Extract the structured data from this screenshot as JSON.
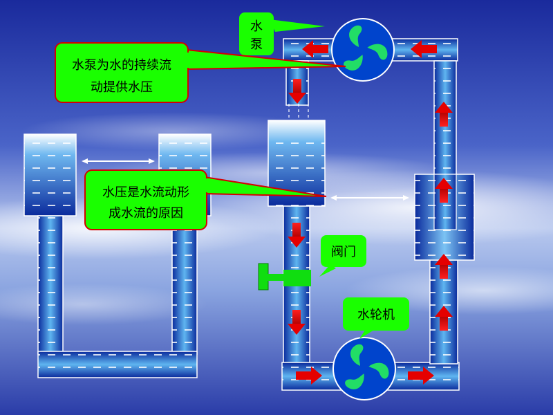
{
  "labels": {
    "pump_line1": "水",
    "pump_line2": "泵",
    "pump_callout_line1": "水泵为水的持续流",
    "pump_callout_line2": "动提供水压",
    "pressure_callout_line1": "水压是水流动形",
    "pressure_callout_line2": "成水流的原因",
    "valve": "阀门",
    "turbine": "水轮机"
  },
  "colors": {
    "callout_fill": "#1aff00",
    "callout_border": "#d40000",
    "arrow_red": "#e50000",
    "water_dark": "#0a2a9c",
    "water_light": "#5fb5f0",
    "pump_green": "#22dd66",
    "pump_blue": "#0044cc",
    "valve_green": "#10dd10"
  },
  "icons": {
    "pump": "pump-rotor-icon",
    "turbine": "turbine-rotor-icon",
    "valve": "valve-handle-icon",
    "flow": "flow-arrow-icon"
  }
}
